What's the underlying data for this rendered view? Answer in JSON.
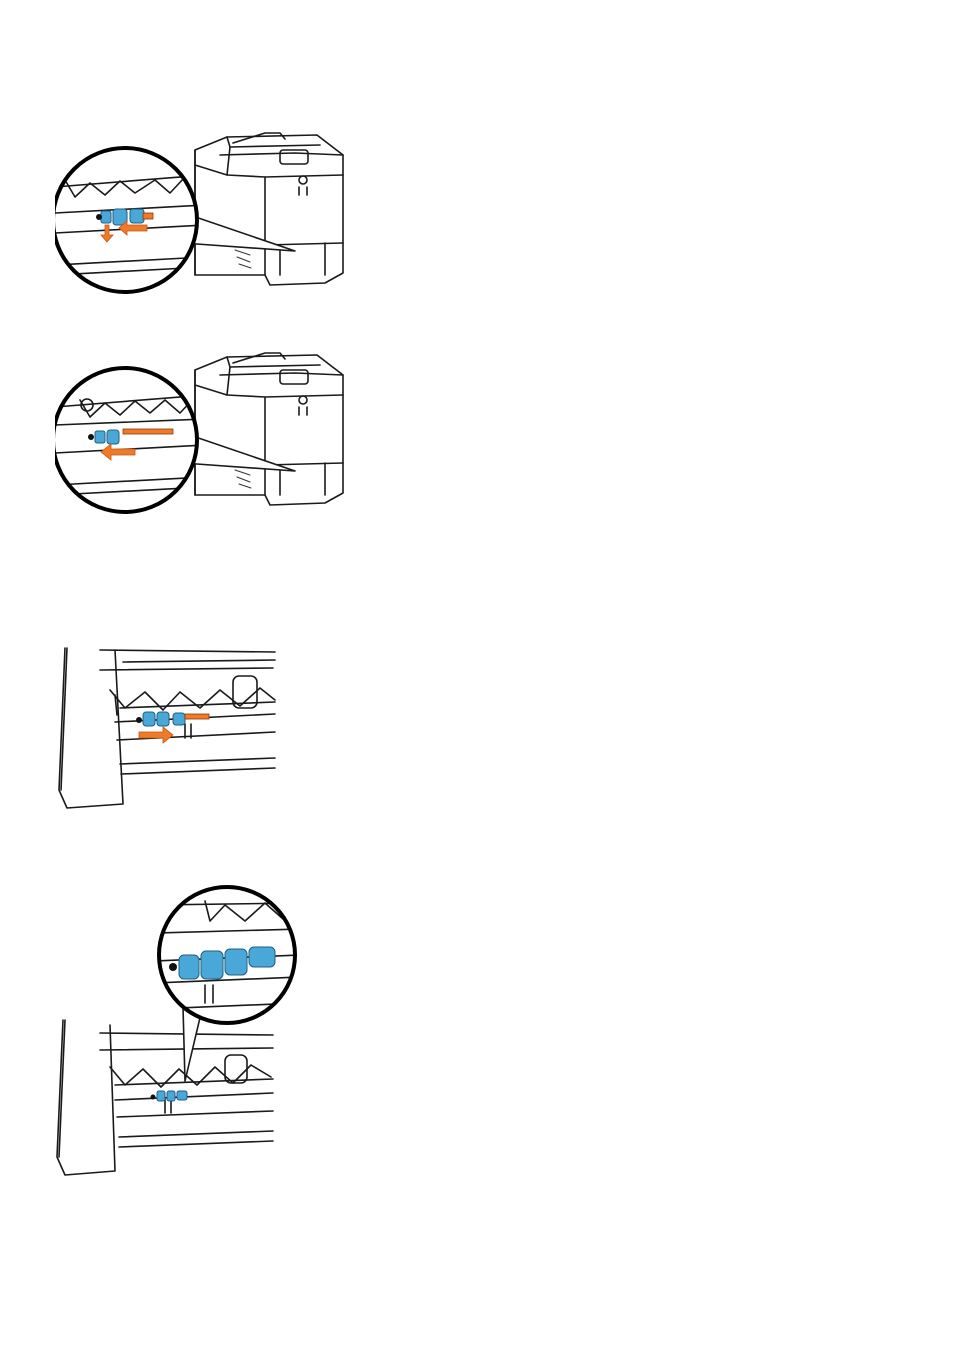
{
  "figures": [
    {
      "id": "fig1",
      "icon": "printer-pick-roller-release-icon",
      "colors": {
        "roller": "#4aa8d8",
        "arrow": "#f07a2a"
      }
    },
    {
      "id": "fig2",
      "icon": "printer-pick-roller-slide-out-icon",
      "colors": {
        "roller": "#4aa8d8",
        "arrow": "#f07a2a"
      }
    },
    {
      "id": "fig3",
      "icon": "roller-slide-in-icon",
      "colors": {
        "roller": "#4aa8d8",
        "arrow": "#f07a2a"
      }
    },
    {
      "id": "fig4",
      "icon": "roller-installed-detail-icon",
      "colors": {
        "roller": "#4aa8d8"
      }
    }
  ]
}
